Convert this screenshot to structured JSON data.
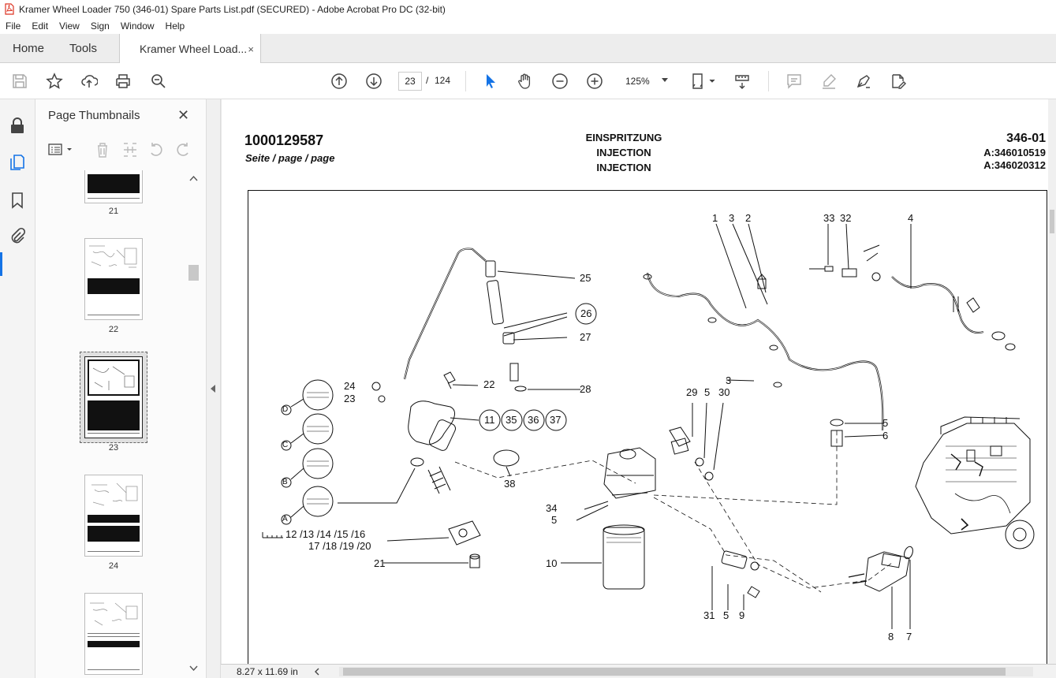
{
  "window": {
    "title": "Kramer Wheel Loader 750 (346-01) Spare Parts List.pdf (SECURED) - Adobe Acrobat Pro DC (32-bit)"
  },
  "menu": [
    "File",
    "Edit",
    "View",
    "Sign",
    "Window",
    "Help"
  ],
  "tabs": {
    "home": "Home",
    "tools": "Tools",
    "doc": "Kramer Wheel Load...",
    "close": "×"
  },
  "toolbar": {
    "current_page": "23",
    "separator": "/",
    "total_pages": "124",
    "zoom": "125%"
  },
  "panel": {
    "title": "Page Thumbnails",
    "close": "✕",
    "thumbnails": [
      {
        "label": "21"
      },
      {
        "label": "22"
      },
      {
        "label": "23",
        "selected": true
      },
      {
        "label": "24"
      },
      {
        "label": ""
      }
    ]
  },
  "page": {
    "doc_number": "1000129587",
    "page_label": "Seite / page / page",
    "title_de": "EINSPRITZUNG",
    "title_en": "INJECTION",
    "title_fr": "INJECTION",
    "model": "346-01",
    "serial_a": "A:346010519",
    "serial_b": "A:346020312",
    "callouts": {
      "c1": "1",
      "c3a": "3",
      "c2": "2",
      "c33": "33",
      "c32": "32",
      "c4": "4",
      "c25": "25",
      "c26": "26",
      "c27": "27",
      "c22": "22",
      "c28": "28",
      "c24": "24",
      "c23": "23",
      "c3b": "3",
      "c29": "29",
      "c5a": "5",
      "c30": "30",
      "c11": "11",
      "c35": "35",
      "c36": "36",
      "c37": "37",
      "c5b": "5",
      "c6": "6",
      "c38": "38",
      "c34": "34",
      "c5c": "5",
      "cD": "D",
      "cC": "C",
      "cB": "B",
      "cA": "A",
      "c12": "12 /13 /14 /15 /16",
      "c17": "17 /18 /19 /20",
      "c21": "21",
      "c10": "10",
      "c31": "31",
      "c5d": "5",
      "c9": "9",
      "c8": "8",
      "c7": "7"
    }
  },
  "status": {
    "dimensions": "8.27 x 11.69 in"
  },
  "colors": {
    "accent": "#1473e6",
    "selection_arrow": "#1473e6"
  }
}
